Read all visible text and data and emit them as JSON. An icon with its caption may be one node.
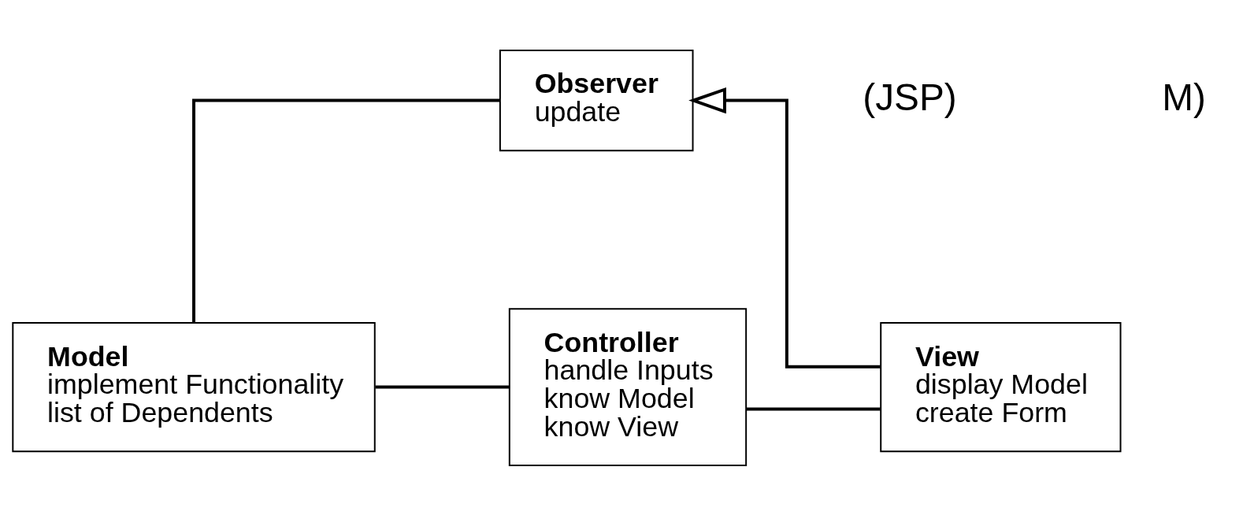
{
  "diagram": {
    "nodes": [
      {
        "text": [
          "Observer",
          "update"
        ]
      },
      {
        "text": [
          "Model",
          "implement Functionality",
          "list of Dependents"
        ]
      },
      {
        "text": [
          "Controller",
          "handle Inputs",
          "know Model",
          "know View"
        ]
      },
      {
        "text": [
          "View",
          "display Model",
          "create Form"
        ]
      }
    ],
    "edges": [
      {
        "from": 1,
        "to": 0,
        "arrow": "none"
      },
      {
        "from": 3,
        "to": 0,
        "arrow": "to"
      },
      {
        "from": 1,
        "to": 2,
        "arrow": "none"
      },
      {
        "from": 2,
        "to": 3,
        "arrow": "none"
      }
    ],
    "labels": [
      "(JSP)",
      "M)"
    ]
  }
}
